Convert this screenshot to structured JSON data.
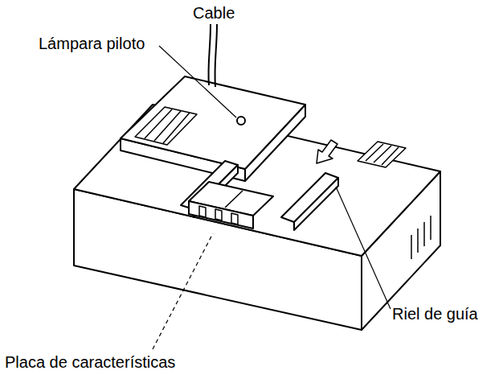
{
  "diagram": {
    "labels": [
      "Cable",
      "Lámpara piloto",
      "Riel de guía",
      "Placa de características"
    ]
  }
}
